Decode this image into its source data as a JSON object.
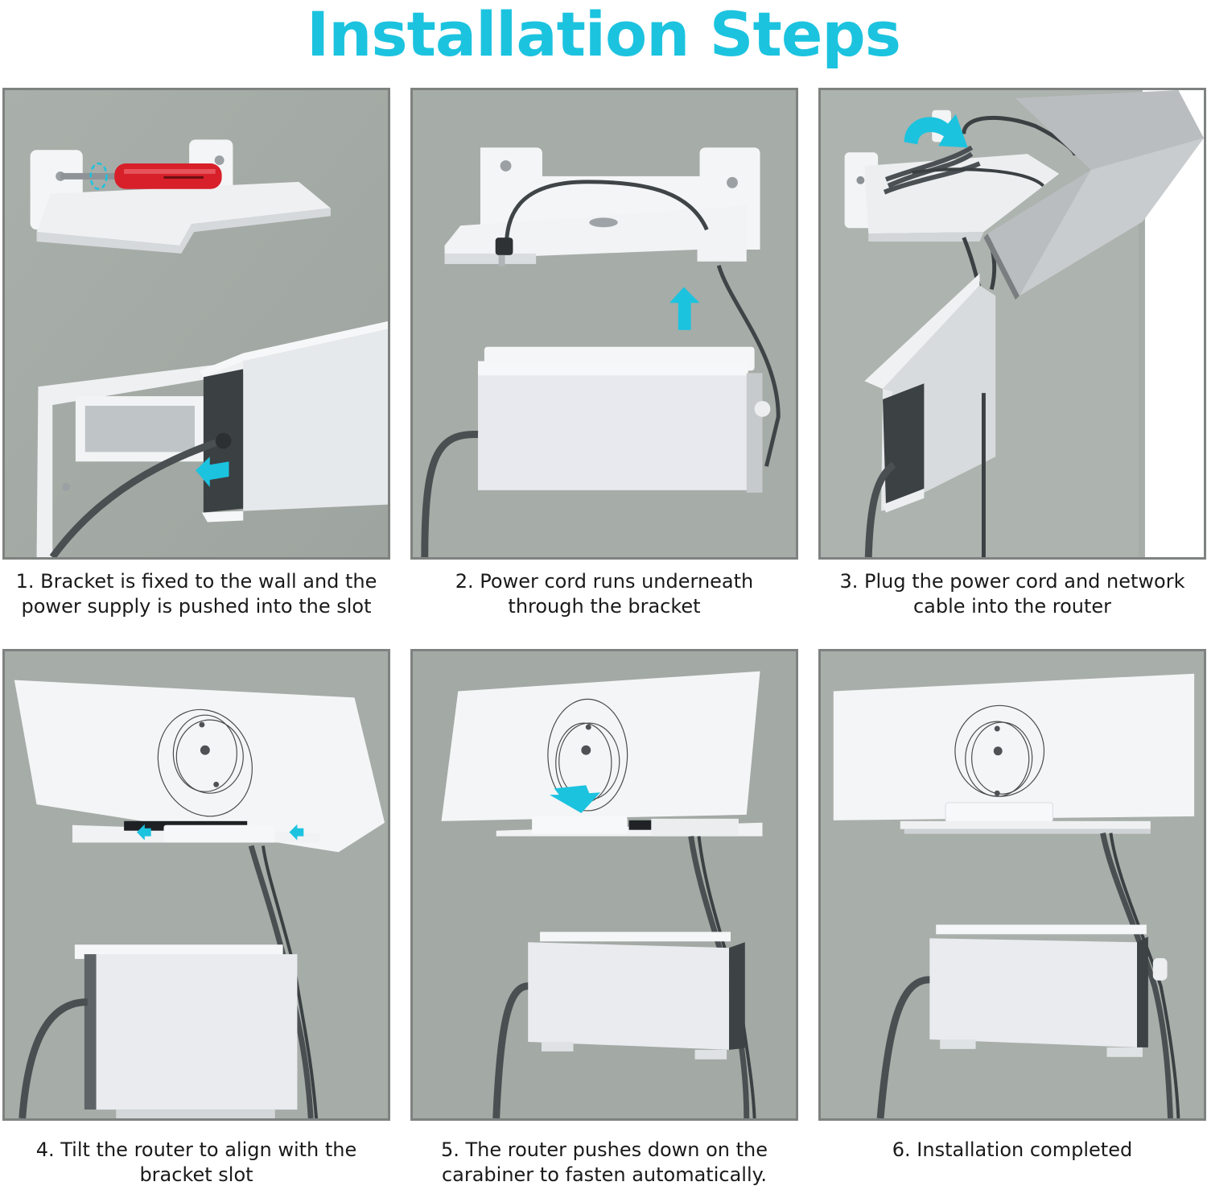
{
  "header": {
    "title": "Installation Steps"
  },
  "colors": {
    "accent": "#1cc3df",
    "wall": "#a4aaa5",
    "frame_border": "#7e8280",
    "plastic_white": "#f3f4f6",
    "cable": "#4a4f52",
    "screwdriver_red": "#d7202a",
    "caption_text": "#1a1a1a"
  },
  "steps": [
    {
      "number": "1",
      "caption_line1": "1. Bracket is fixed to the wall and the",
      "caption_line2": "power supply is pushed into the slot",
      "illustration": "screwdriver fastening bracket; power supply pushed into slot with left arrow",
      "arrow": "left-arrow"
    },
    {
      "number": "2",
      "caption_line1": "2. Power cord runs underneath",
      "caption_line2": "through the bracket",
      "illustration": "cord threaded under bracket; power supply below with up arrow",
      "arrow": "up-arrow"
    },
    {
      "number": "3",
      "caption_line1": "3. Plug the power cord and network",
      "caption_line2": "cable into the router",
      "illustration": "router tilted open with cables plugged; curved arrow over cable bundle",
      "arrow": "curved-arrow"
    },
    {
      "number": "4",
      "caption_line1": "4. Tilt the router to align with the",
      "caption_line2": "bracket slot",
      "illustration": "router tilted over bracket with two inward arrows at slot",
      "arrow": "inward-arrows"
    },
    {
      "number": "5",
      "caption_line1": "5. The router pushes down on the",
      "caption_line2": "carabiner to fasten automatically.",
      "illustration": "router pressed down onto clip with down arrow",
      "arrow": "down-arrow"
    },
    {
      "number": "6",
      "caption_line1": "6. Installation completed",
      "caption_line2": "",
      "illustration": "router mounted on bracket, power supply mounted below",
      "arrow": ""
    }
  ]
}
